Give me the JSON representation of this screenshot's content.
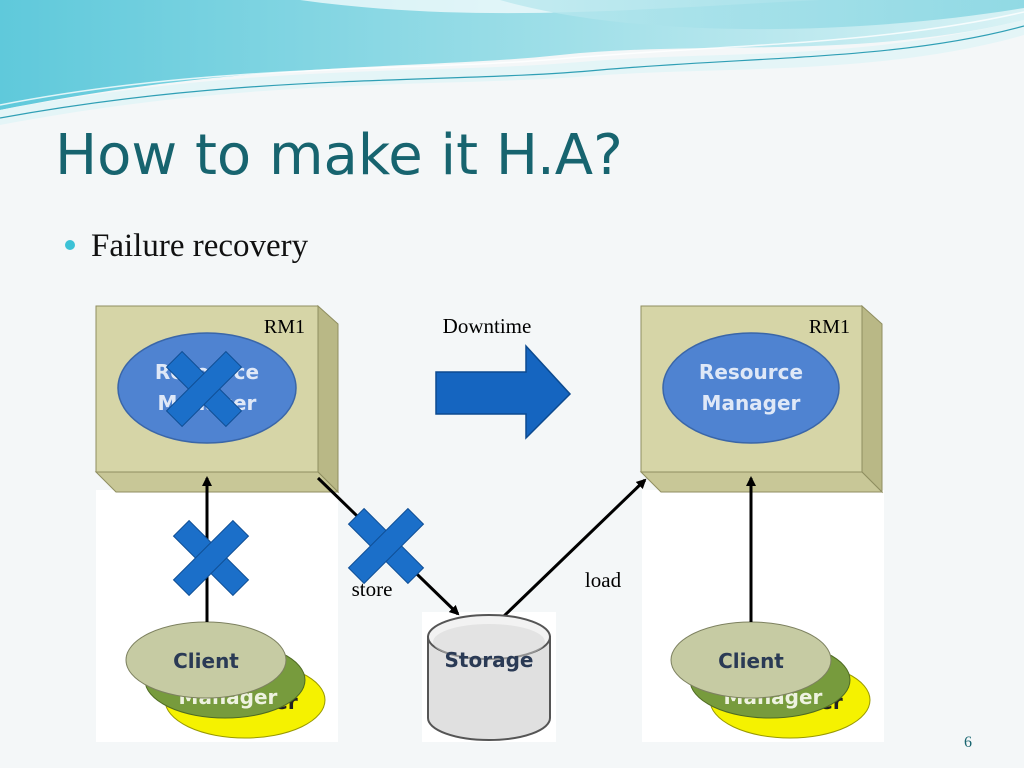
{
  "slide": {
    "title": "How to make it H.A?",
    "bullet": "Failure recovery",
    "page_number": "6"
  },
  "diagram": {
    "left_server": {
      "label": "RM1",
      "component_line1": "Resource",
      "component_line2": "Manager",
      "failed": true
    },
    "right_server": {
      "label": "RM1",
      "component_line1": "Resource",
      "component_line2": "Manager"
    },
    "transition_label": "Downtime",
    "store_label": "store",
    "load_label": "load",
    "storage_label": "Storage",
    "left_client": {
      "top": "Client",
      "middle": "Manager",
      "bottom": "er"
    },
    "right_client": {
      "top": "Client",
      "middle": "Manager",
      "bottom": "er"
    }
  },
  "colors": {
    "title": "#17646f",
    "bullet": "#3cc2d6",
    "server_face": "#d6d5a7",
    "server_side": "#b9b886",
    "oval_blue": "#4f83d1",
    "arrow_blue": "#1565c0",
    "x_mark": "#1b6fc9",
    "client_top": "#c6cba3",
    "client_mid": "#779b3d",
    "client_bottom": "#f5f200",
    "storage": "#e6e6e6"
  }
}
